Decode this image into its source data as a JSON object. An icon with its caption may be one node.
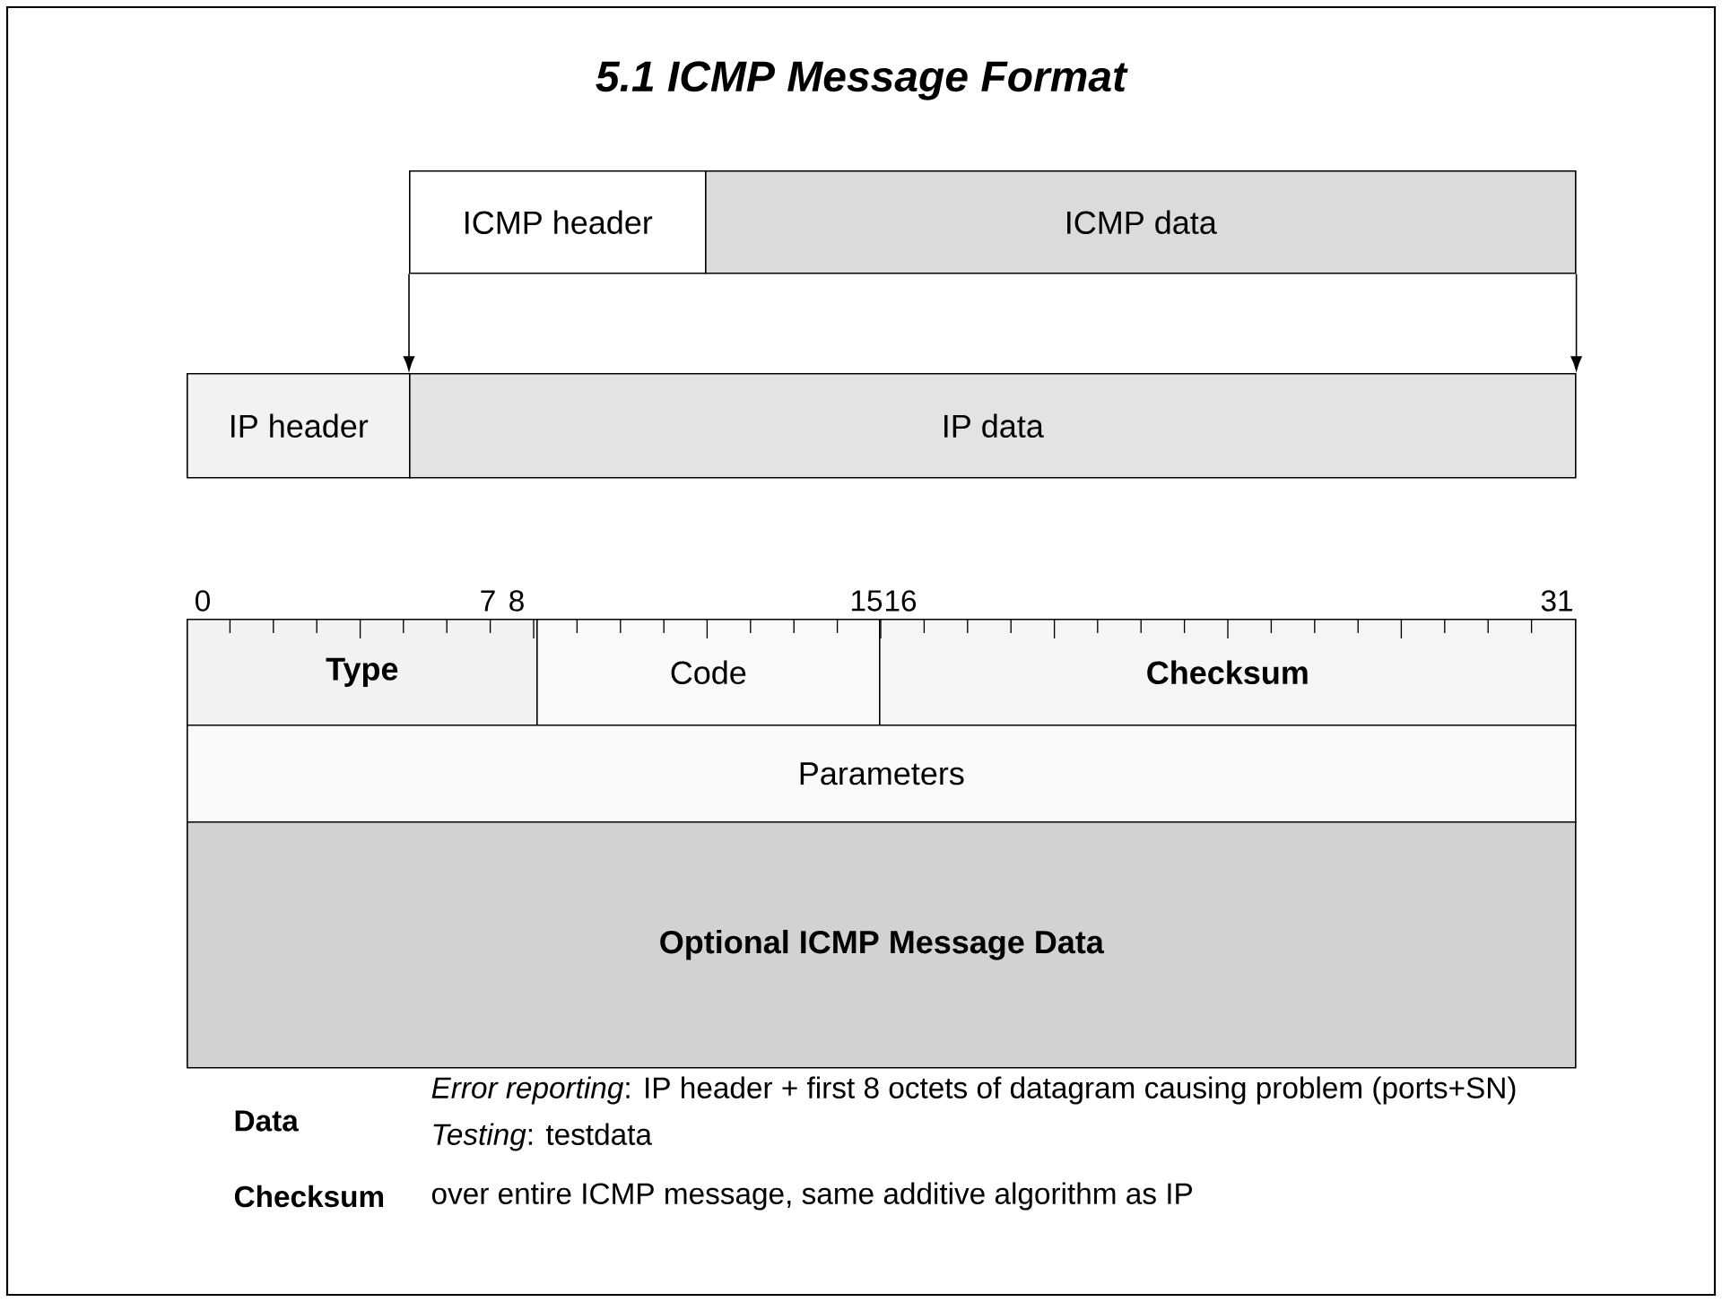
{
  "diagram": {
    "title": "5.1 ICMP Message Format",
    "nodes": [
      {
        "text": [
          "ICMP header"
        ]
      },
      {
        "text": [
          "ICMP data"
        ]
      },
      {
        "text": [
          "IP header"
        ]
      },
      {
        "text": [
          "IP data"
        ]
      },
      {
        "text": [
          "Type"
        ]
      },
      {
        "text": [
          "Code"
        ]
      },
      {
        "text": [
          "Checksum"
        ]
      },
      {
        "text": [
          "Parameters"
        ]
      },
      {
        "text": [
          "Optional ICMP Message Data"
        ]
      }
    ],
    "edges": [
      {
        "from": 0,
        "to": 3,
        "arrow": "to"
      },
      {
        "from": 1,
        "to": 3,
        "arrow": "to"
      }
    ],
    "labels": [
      "0",
      "7",
      "8",
      "15",
      "16",
      "31",
      "Data",
      "*Error reporting*: IP header + first 8 octets of datagram causing problem (ports+SN)",
      "*Testing*: testdata",
      "Checksum",
      "over entire ICMP message, same additive algorithm as IP"
    ]
  }
}
